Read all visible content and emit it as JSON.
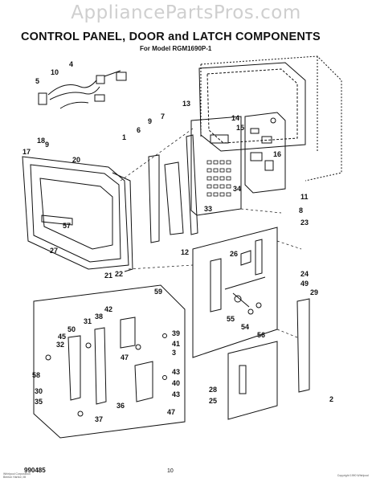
{
  "watermark": "AppliancePartsPros.com",
  "title": "CONTROL PANEL, DOOR and LATCH COMPONENTS",
  "subtitle": "For Model RGM1690P-1",
  "footer": {
    "left": "990485",
    "center": "10"
  },
  "fine_print": {
    "left_line1": "Whirlpool Corporation",
    "left_line2": "Benton Harbor, MI",
    "right": "Copyright 1990 Whirlpool"
  },
  "callouts": [
    "1",
    "2",
    "3",
    "4",
    "5",
    "6",
    "7",
    "8",
    "9",
    "10",
    "11",
    "12",
    "13",
    "14",
    "15",
    "16",
    "17",
    "18",
    "19",
    "20",
    "21",
    "22",
    "23",
    "24",
    "25",
    "26",
    "27",
    "28",
    "29",
    "30",
    "31",
    "32",
    "33",
    "34",
    "35",
    "36",
    "37",
    "38",
    "39",
    "40",
    "41",
    "42",
    "43",
    "43",
    "45",
    "47",
    "47",
    "47",
    "49",
    "50",
    "54",
    "55",
    "56",
    "57",
    "58",
    "59"
  ]
}
